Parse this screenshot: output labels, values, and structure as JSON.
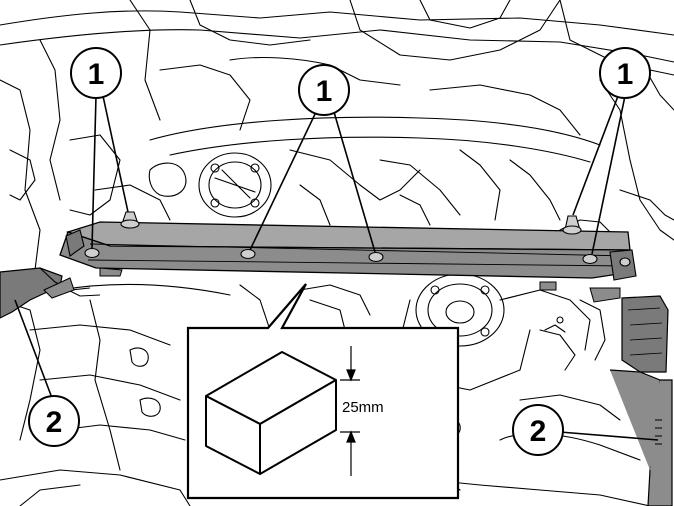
{
  "callouts": {
    "c1_left": "1",
    "c1_center": "1",
    "c1_right": "1",
    "c2_left": "2",
    "c2_right": "2"
  },
  "inset": {
    "dimension_label": "25mm"
  },
  "colors": {
    "line": "#000000",
    "bar_fill": "#8c8c8c",
    "bar_top": "#a6a6a6",
    "bracket_fill": "#7a7a7a",
    "background": "#ffffff"
  }
}
